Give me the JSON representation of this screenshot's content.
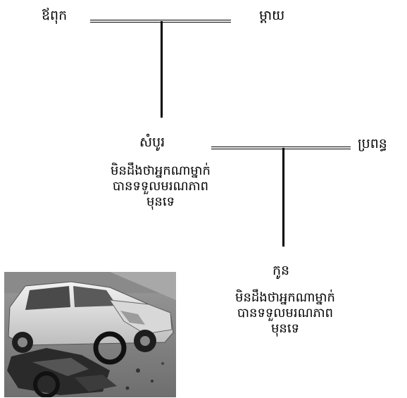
{
  "people": {
    "father": "ឪពុក",
    "mother": "ម្ដាយ",
    "person": "សំបូរ",
    "spouse": "ប្រពន្ធ",
    "child": "កូន"
  },
  "notes": {
    "person_note": [
      "មិនដឹងថាអ្នកណាម្នាក់",
      "បានទទួលមរណភាព",
      "មុនទេ"
    ],
    "child_note": [
      "មិនដឹងថាអ្នកណាម្នាក់",
      "បានទទួលមរណភាព",
      "មុនទេ"
    ]
  }
}
